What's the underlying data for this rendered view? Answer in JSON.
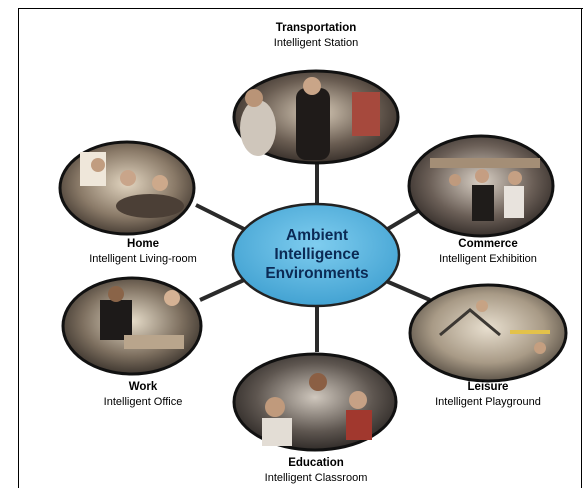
{
  "center": {
    "line1": "Ambient",
    "line2": "Intelligence",
    "line3": "Environments"
  },
  "nodes": {
    "transportation": {
      "title": "Transportation",
      "subtitle": "Intelligent Station"
    },
    "home": {
      "title": "Home",
      "subtitle": "Intelligent Living-room"
    },
    "commerce": {
      "title": "Commerce",
      "subtitle": "Intelligent Exhibition"
    },
    "work": {
      "title": "Work",
      "subtitle": "Intelligent Office"
    },
    "leisure": {
      "title": "Leisure",
      "subtitle": "Intelligent Playground"
    },
    "education": {
      "title": "Education",
      "subtitle": "Intelligent Classroom"
    }
  },
  "colors": {
    "center_fill": "#4fb0df",
    "connector": "#2a2a2a",
    "ellipse_border": "#111111"
  }
}
